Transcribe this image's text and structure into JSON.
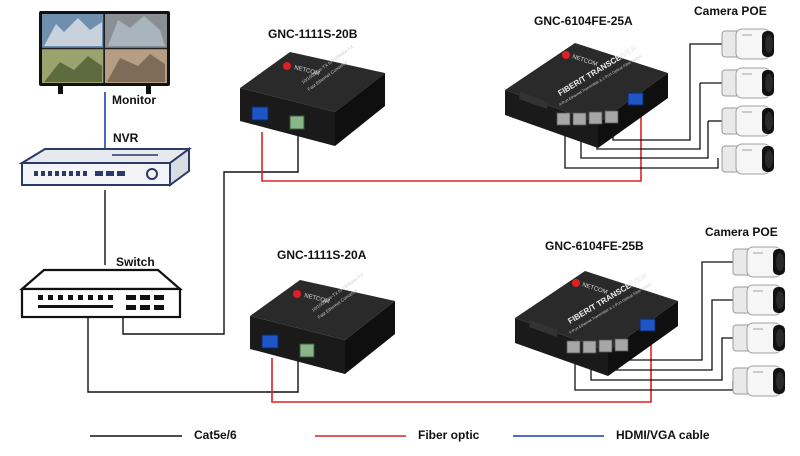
{
  "labels": {
    "monitor": "Monitor",
    "nvr": "NVR",
    "switch": "Switch",
    "converter_b": "GNC-1111S-20B",
    "converter_a": "GNC-1111S-20A",
    "transceiver_a": "GNC-6104FE-25A",
    "transceiver_b": "GNC-6104FE-25B",
    "camera_group_top": "Camera POE",
    "camera_group_bottom": "Camera POE"
  },
  "device_text": {
    "brand": "NETCOM",
    "transceiver_title": "FIBER/T TRANSCEIVER",
    "transceiver_sub": "4-Port Ethernet Transmitter & 1-Port Optical Fiber Switch",
    "converter_line1": "10/100Base-TX to 100Base-FX",
    "converter_line2": "Fast Ethernet Converter"
  },
  "legend": [
    {
      "label": "Cat5e/6",
      "color": "#111111"
    },
    {
      "label": "Fiber optic",
      "color": "#e02020"
    },
    {
      "label": "HDMI/VGA cable",
      "color": "#1a3fb0"
    }
  ],
  "colors": {
    "cat": "#111111",
    "fiber": "#e02020",
    "hdmi": "#1a3fb0",
    "device_dark": "#1c1c1c",
    "nvr_body": "#f2f4f7",
    "nvr_outline": "#2b3a66"
  }
}
